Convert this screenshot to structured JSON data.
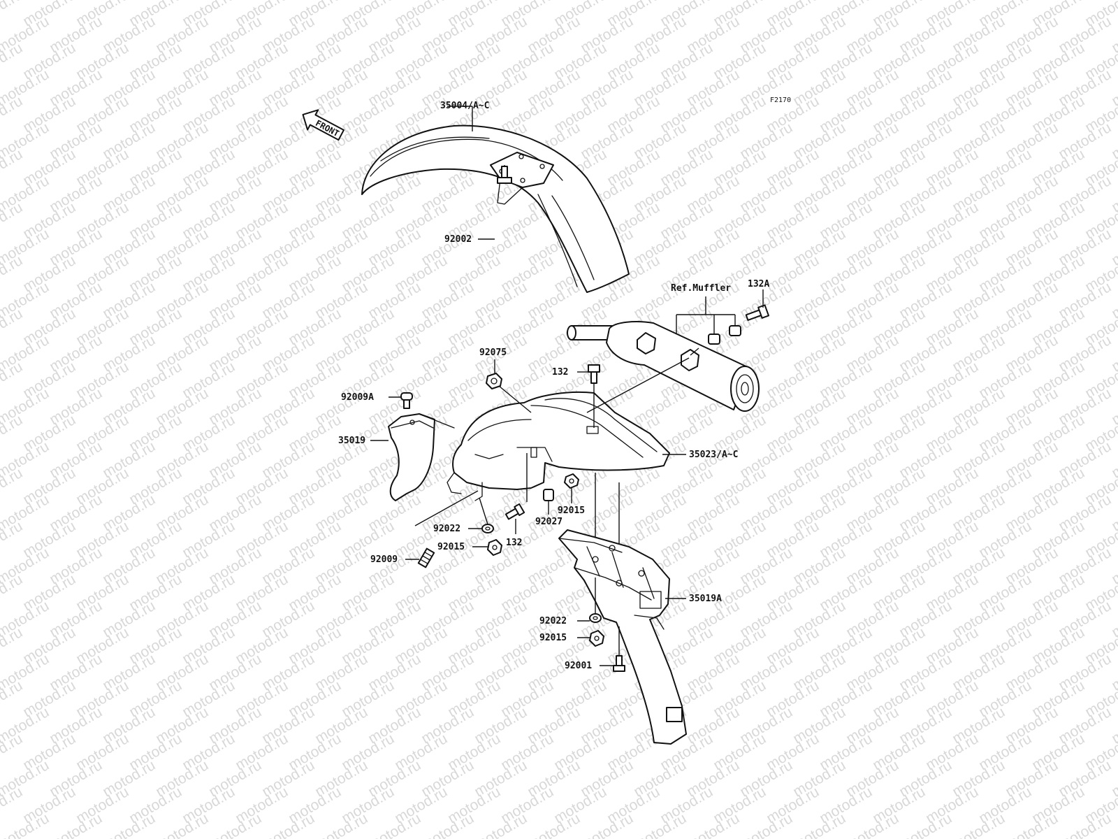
{
  "watermark": "motod.ru",
  "figure_code": "F2170",
  "front_label": "FRONT",
  "labels": {
    "front_fender": "35004/A~C",
    "bolt_front": "92002",
    "ref_muffler": "Ref.Muffler",
    "bolt_132a": "132A",
    "nut_92075": "92075",
    "bolt_132_top": "132",
    "bolt_92009a": "92009A",
    "flap_35019": "35019",
    "rear_fender": "35023/A~C",
    "nut_92015_mid": "92015",
    "collar_92027": "92027",
    "washer_92022_left": "92022",
    "nut_92015_left": "92015",
    "bolt_132_bottom": "132",
    "screw_92009": "92009",
    "bracket_35019a": "35019A",
    "washer_92022_bottom": "92022",
    "nut_92015_bottom": "92015",
    "bolt_92001": "92001"
  },
  "colors": {
    "line": "#111111",
    "watermark": "#b9b9b9",
    "background": "#ffffff"
  }
}
